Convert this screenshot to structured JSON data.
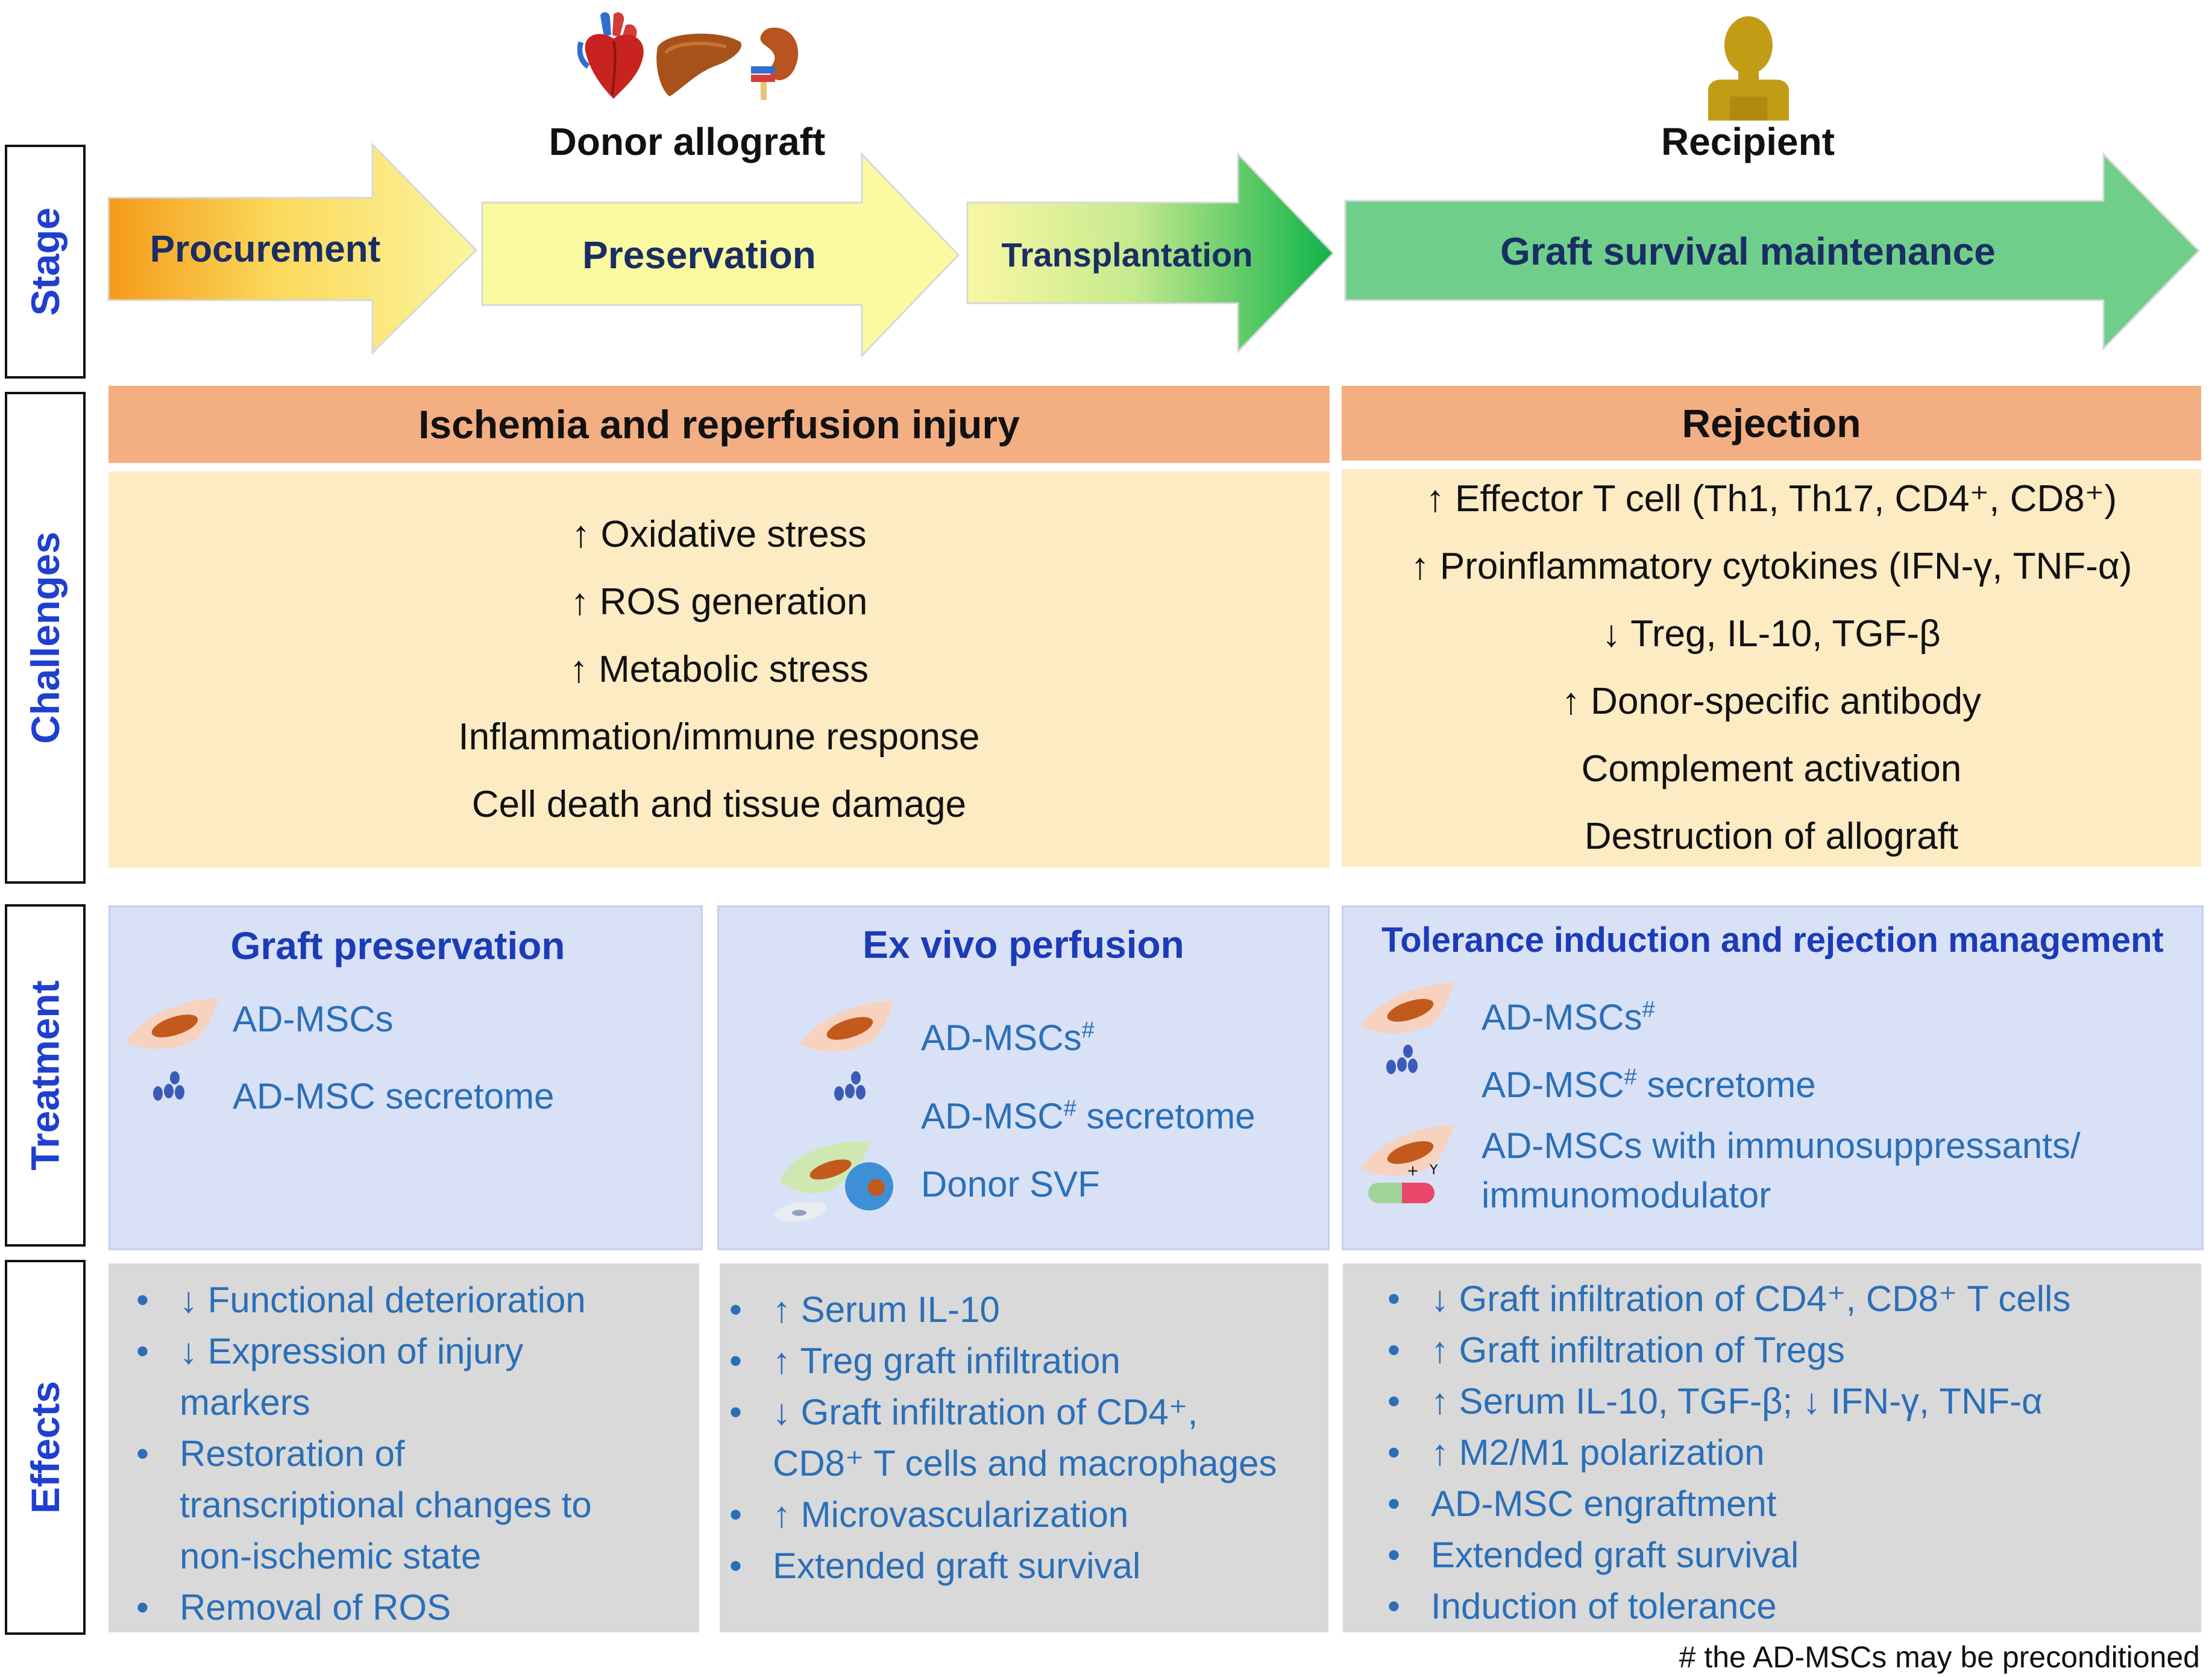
{
  "header": {
    "donor_label": "Donor allograft",
    "recipient_label": "Recipient"
  },
  "row_labels": {
    "stage": "Stage",
    "challenges": "Challenges",
    "treatment": "Treatment",
    "effects": "Effects"
  },
  "stages": [
    {
      "label": "Procurement"
    },
    {
      "label": "Preservation"
    },
    {
      "label": "Transplantation"
    },
    {
      "label": "Graft survival maintenance"
    }
  ],
  "challenges": {
    "left": {
      "title": "Ischemia and reperfusion injury",
      "items": [
        "↑ Oxidative stress",
        "↑ ROS generation",
        "↑ Metabolic stress",
        "Inflammation/immune response",
        "Cell death and tissue damage"
      ]
    },
    "right": {
      "title": "Rejection",
      "items": [
        "↑ Effector T cell (Th1, Th17, CD4⁺, CD8⁺)",
        "↑ Proinflammatory cytokines (IFN-γ, TNF-α)",
        "↓ Treg, IL-10, TGF-β",
        "↑ Donor-specific antibody",
        "Complement activation",
        "Destruction of allograft"
      ]
    }
  },
  "treatment": {
    "col1": {
      "title": "Graft preservation",
      "items": [
        "AD-MSCs",
        "AD-MSC secretome"
      ]
    },
    "col2": {
      "title": "Ex vivo perfusion",
      "items": [
        "AD-MSCs#",
        "AD-MSC# secretome",
        "Donor SVF"
      ]
    },
    "col3": {
      "title": "Tolerance induction and rejection management",
      "items": [
        "AD-MSCs#",
        "AD-MSC# secretome",
        "AD-MSCs with immunosuppressants/",
        "immunomodulator"
      ]
    }
  },
  "effects": {
    "col1": [
      [
        "↓ Functional deterioration"
      ],
      [
        "↓ Expression of injury",
        "markers"
      ],
      [
        "Restoration of",
        "transcriptional changes to",
        "non-ischemic state"
      ],
      [
        "Removal of ROS"
      ]
    ],
    "col2": [
      [
        "↑ Serum IL-10"
      ],
      [
        "↑ Treg graft infiltration"
      ],
      [
        "↓ Graft infiltration of CD4⁺,",
        "CD8⁺ T cells and macrophages"
      ],
      [
        "↑ Microvascularization"
      ],
      [
        "Extended graft survival"
      ]
    ],
    "col3": [
      [
        "↓ Graft infiltration of CD4⁺, CD8⁺ T cells"
      ],
      [
        "↑ Graft infiltration of Tregs"
      ],
      [
        "↑ Serum IL-10, TGF-β; ↓ IFN-γ, TNF-α"
      ],
      [
        "↑ M2/M1 polarization"
      ],
      [
        "AD-MSC engraftment"
      ],
      [
        "Extended graft survival"
      ],
      [
        "Induction of tolerance"
      ]
    ]
  },
  "footnote": "# the AD-MSCs may be preconditioned",
  "bullet": "•",
  "icons": {
    "organs": [
      "heart-icon",
      "liver-icon",
      "kidney-icon"
    ],
    "recipient": "person-icon",
    "cell": "msc-cell-icon",
    "secretome": "secretome-vesicles-icon",
    "svf": "svf-cells-icon",
    "drug": "drug-capsule-icon"
  },
  "colors": {
    "row_label_text": "#1f3fcf",
    "challenge_header": "#f3ae82",
    "challenge_body": "#fdebc3",
    "treatment_body": "#d9e1f6",
    "effects_body": "#d9d9d9",
    "treatment_text": "#2a6fb8",
    "stage_green": "#6fcf8a",
    "stage_yellow": "#fafaa0",
    "stage_orange": "#f59a1a"
  }
}
